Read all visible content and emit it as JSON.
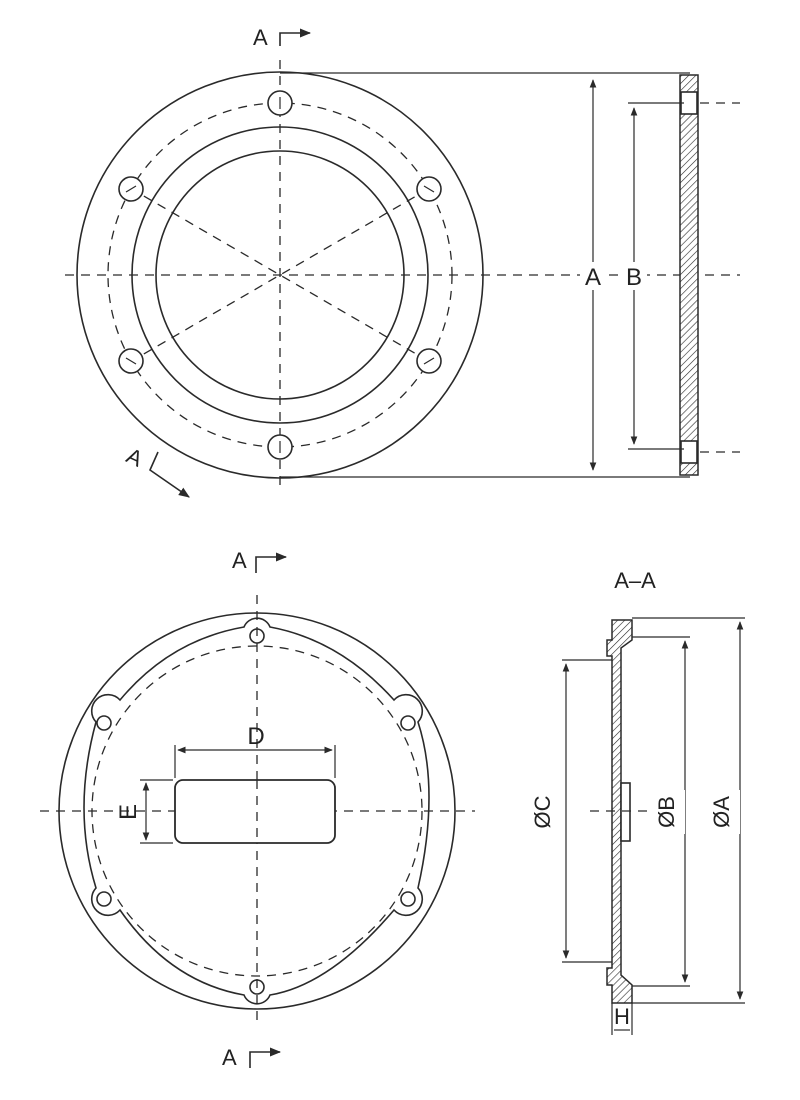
{
  "top_view": {
    "section_marker_top": "A",
    "section_marker_bottom": "A",
    "dim_outer": "A",
    "dim_bolt_circle": "B"
  },
  "bottom_view": {
    "section_marker_top": "A",
    "section_marker_bottom": "A",
    "dim_slot_width": "D",
    "dim_slot_height": "E"
  },
  "section_view": {
    "title": "A–A",
    "dim_bore": "ØC",
    "dim_bolt_circle": "ØB",
    "dim_outer": "ØA",
    "dim_thickness": "H"
  }
}
